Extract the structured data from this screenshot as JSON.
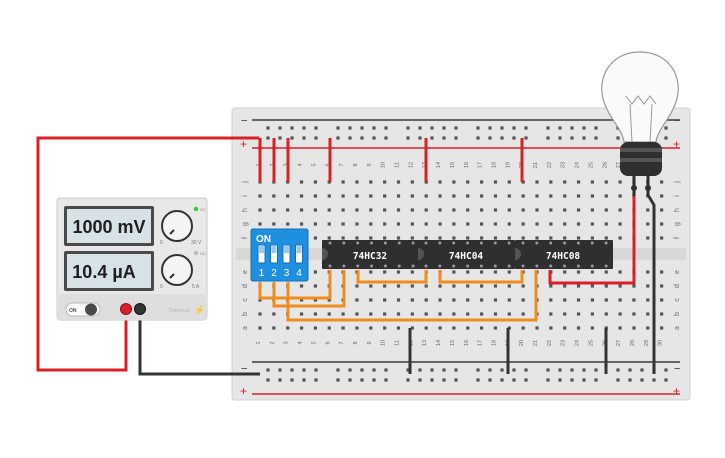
{
  "power_supply": {
    "voltage_reading": "1000 mV",
    "current_reading": "10.4 µA",
    "on_label": "ON",
    "brand_text": "Tinkercad",
    "knob_voltage_min": "0",
    "knob_voltage_max": "30 V",
    "knob_current_min": "0",
    "knob_current_max": "5 A",
    "cv_label": "CV",
    "cc_label": "CC"
  },
  "breadboard": {
    "plus_label": "+",
    "minus_label": "−",
    "row_letters_top": [
      "j",
      "i",
      "h",
      "g",
      "f"
    ],
    "row_letters_bottom": [
      "e",
      "d",
      "c",
      "b",
      "a"
    ],
    "column_numbers": [
      "1",
      "2",
      "3",
      "4",
      "5",
      "6",
      "7",
      "8",
      "9",
      "10",
      "11",
      "12",
      "13",
      "14",
      "15",
      "16",
      "17",
      "18",
      "19",
      "20",
      "21",
      "22",
      "23",
      "24",
      "25",
      "26",
      "27",
      "28",
      "29",
      "30"
    ]
  },
  "dip_switch": {
    "on_label": "ON",
    "switch_numbers": [
      "1",
      "2",
      "3",
      "4"
    ]
  },
  "chips": [
    {
      "label": "74HC32"
    },
    {
      "label": "74HC04"
    },
    {
      "label": "74HC08"
    }
  ],
  "colors": {
    "wire_red": "#d92027",
    "wire_black": "#333333",
    "wire_orange": "#f08c1e",
    "rail_red": "#d92027",
    "rail_blue": "#2b2b2b",
    "chip_body": "#2f2f2f",
    "dip_body": "#1f8fe0",
    "psu_body": "#e8e8e8",
    "lcd_bg": "#d6e2e6"
  }
}
